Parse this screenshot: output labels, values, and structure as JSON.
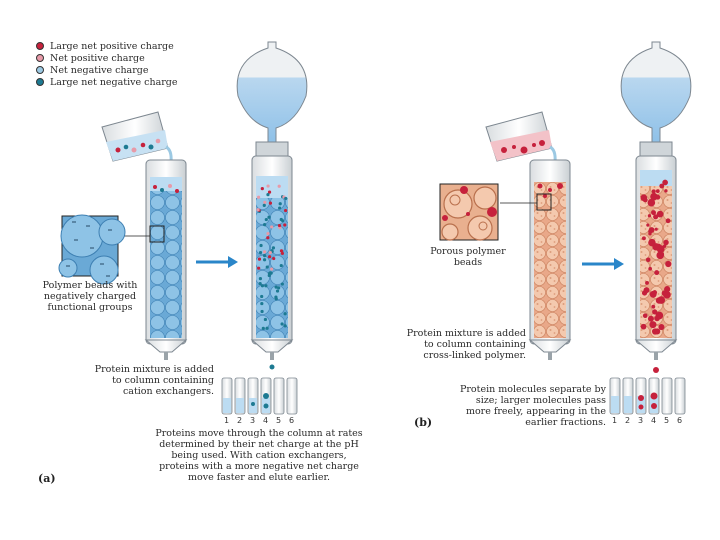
{
  "legend": {
    "items": [
      {
        "label": "Large net positive charge",
        "color": "#c6213c"
      },
      {
        "label": "Net positive charge",
        "color": "#e79aa8"
      },
      {
        "label": "Net negative charge",
        "color": "#9cc9e3"
      },
      {
        "label": "Large net negative charge",
        "color": "#1d7a92"
      }
    ]
  },
  "panel_a": {
    "label": "(a)",
    "beads_caption": "Polymer beads with negatively charged functional groups",
    "column_caption": "Protein mixture is added to column containing cation exchangers.",
    "result_caption": "Proteins move through the column at rates determined by their net charge at the pH being used. With cation exchangers, proteins with a more negative net charge move faster and elute earlier.",
    "fractions": [
      "1",
      "2",
      "3",
      "4",
      "5",
      "6"
    ]
  },
  "panel_b": {
    "label": "(b)",
    "beads_caption": "Porous polymer beads",
    "column_caption": "Protein mixture is added to column containing cross-linked polymer.",
    "result_caption": "Protein molecules separate by size; larger molecules pass more freely, appearing in the earlier fractions.",
    "fractions": [
      "1",
      "2",
      "3",
      "4",
      "5",
      "6"
    ]
  },
  "colors": {
    "bead_blue": "#8ec3e6",
    "bead_peach": "#f4c3a4",
    "arrow": "#2a86c9",
    "liquid": "#bcdcf2",
    "reservoir": "#a9d0ee"
  }
}
